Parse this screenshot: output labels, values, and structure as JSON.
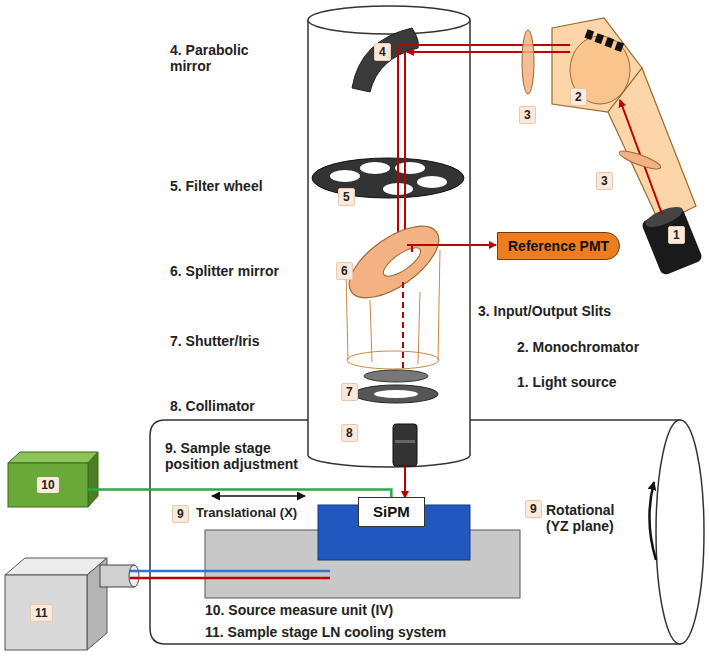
{
  "diagram": {
    "nodes": [
      {
        "text": [
          "Reference PMT"
        ]
      },
      {
        "text": [
          "10"
        ]
      },
      {
        "text": [
          "SiPM"
        ]
      }
    ],
    "edges": [
      {
        "from": 1,
        "to": 2,
        "arrow": "none"
      }
    ],
    "labels": [
      "4. Parabolic mirror",
      "4",
      "2",
      "3",
      "3",
      "1",
      "5. Filter wheel",
      "5",
      "6. Splitter mirror",
      "6",
      "3. Input/Output Slits",
      "2. Monochromator",
      "7. Shutter/Iris",
      "7",
      "1. Light source",
      "8. Collimator",
      "8",
      "9. Sample stage position adjustment",
      "9",
      "Translational (X)",
      "9",
      "Rotational (YZ plane)",
      "10. Source measure unit (IV)",
      "11",
      "11. Sample stage LN cooling system"
    ]
  }
}
